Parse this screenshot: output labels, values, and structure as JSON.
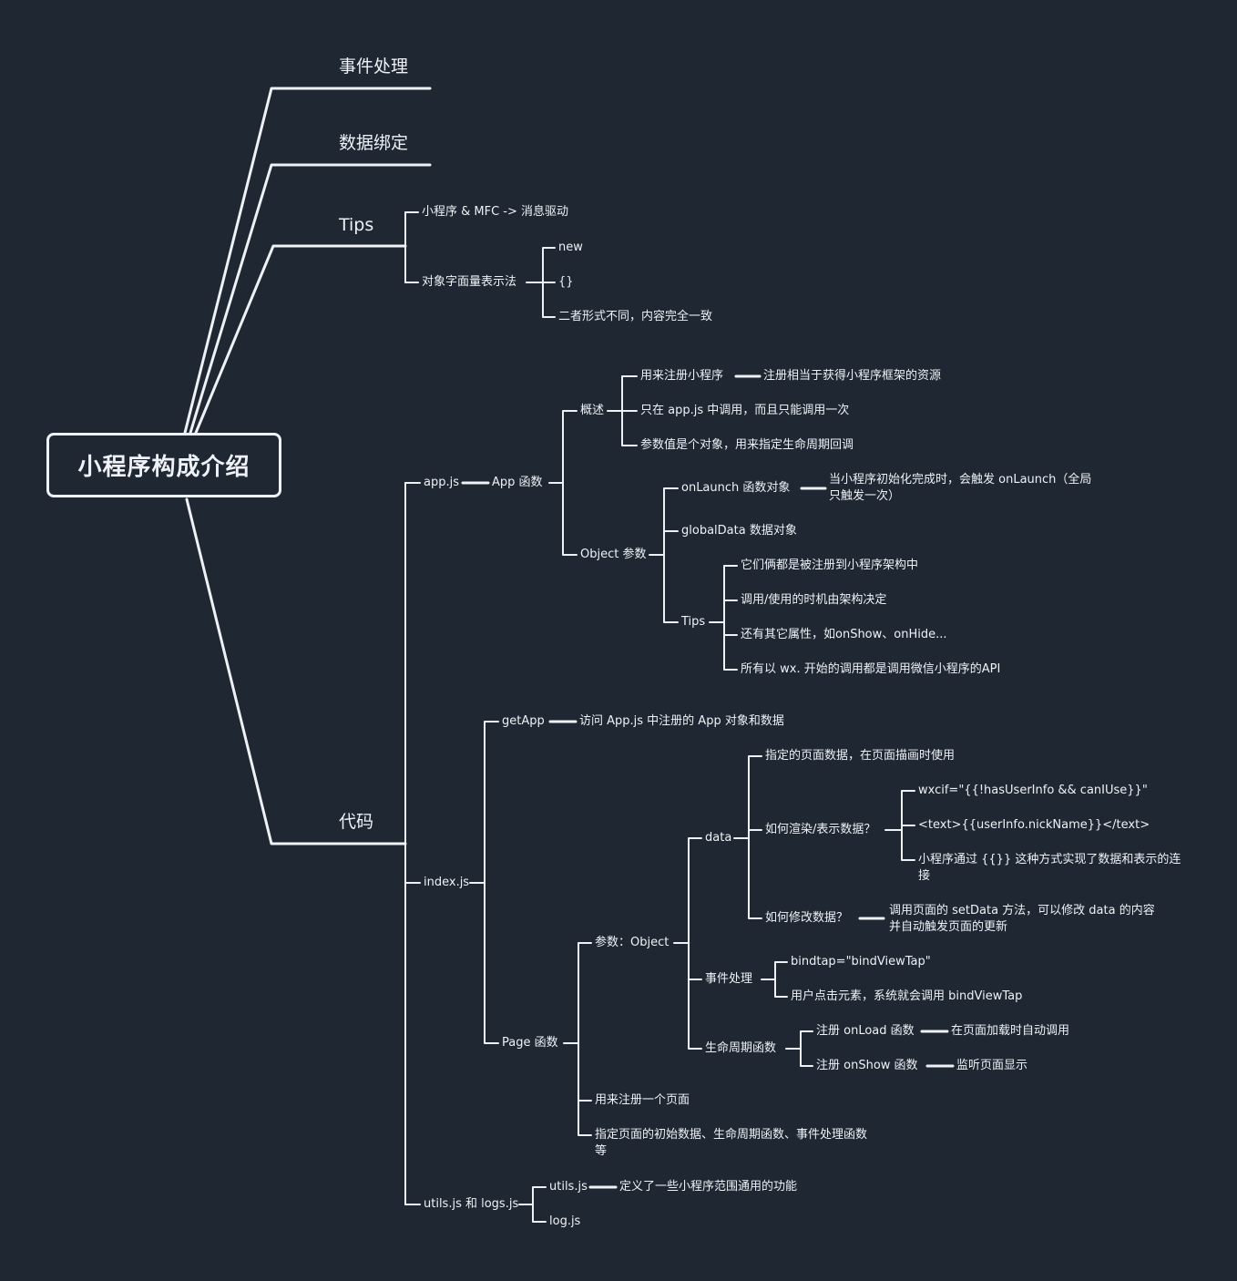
{
  "root": "小程序构成介绍",
  "branches": {
    "event": "事件处理",
    "binding": "数据绑定",
    "tips": "Tips",
    "code": "代码"
  },
  "tips": {
    "item1": "小程序 & MFC -> 消息驱动",
    "literal": "对象字面量表示法",
    "literal_new": "new",
    "literal_braces": "{}",
    "literal_same": "二者形式不同，内容完全一致"
  },
  "code": {
    "appjs": "app.js",
    "app_func": "App 函数",
    "overview": "概述",
    "register_app": "用来注册小程序",
    "register_meaning": "注册相当于获得小程序框架的资源",
    "only_once": "只在 app.js 中调用，而且只能调用一次",
    "param_object": "参数值是个对象，用来指定生命周期回调",
    "object_param": "Object 参数",
    "onlaunch": "onLaunch  函数对象",
    "onlaunch_desc": "当小程序初始化完成时，会触发 onLaunch（全局只触发一次）",
    "globaldata": "globalData 数据对象",
    "tips": "Tips",
    "tip1": "它们俩都是被注册到小程序架构中",
    "tip2": "调用/使用的时机由架构决定",
    "tip3": "还有其它属性，如onShow、onHide...",
    "tip4": "所有以 wx. 开始的调用都是调用微信小程序的API",
    "indexjs": "index.js",
    "getapp": "getApp",
    "getapp_desc": "访问 App.js 中注册的 App 对象和数据",
    "page_func": "Page 函数",
    "param_obj": "参数：Object",
    "data": "data",
    "data_desc": "指定的页面数据，在页面描画时使用",
    "render": "如何渲染/表示数据？",
    "render1": "wxcif=\"{{!hasUserInfo && canIUse}}\"",
    "render2": "<text>{{userInfo.nickName}}</text>",
    "render3": "小程序通过 {{}} 这种方式实现了数据和表示的连接",
    "modify": "如何修改数据？",
    "modify_desc": "调用页面的 setData 方法，可以修改 data 的内容并自动触发页面的更新",
    "event": "事件处理",
    "bindtap": "bindtap=\"bindViewTap\"",
    "bindtap_desc": "用户点击元素，系统就会调用 bindViewTap",
    "lifecycle": "生命周期函数",
    "onload": "注册 onLoad 函数",
    "onload_desc": "在页面加载时自动调用",
    "onshow": "注册 onShow 函数",
    "onshow_desc": "监听页面显示",
    "register_page": "用来注册一个页面",
    "page_desc": "指定页面的初始数据、生命周期函数、事件处理函数等",
    "utils_logs": "utils.js 和 logs.js",
    "utilsjs": "utils.js",
    "utils_desc": "定义了一些小程序范围通用的功能",
    "logjs": "log.js"
  },
  "colors": {
    "background": "#1f2732",
    "line": "#eef2f7",
    "text": "#eef2f7"
  }
}
